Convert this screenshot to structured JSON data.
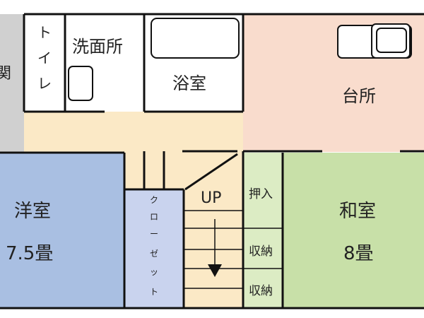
{
  "rooms": {
    "genkan": {
      "label": "関"
    },
    "toilet": {
      "chars": [
        "ト",
        "イ",
        "レ"
      ]
    },
    "washroom": {
      "label": "洗面所"
    },
    "bathroom": {
      "label": "浴室"
    },
    "kitchen": {
      "label": "台所"
    },
    "western_room": {
      "label": "洋室",
      "size": "7.5畳"
    },
    "closet": {
      "chars": [
        "ク",
        "ロ",
        "ー",
        "ゼ",
        "ッ",
        "ト"
      ]
    },
    "stairs": {
      "label": "UP"
    },
    "storage": {
      "top": "押入",
      "middle": "収納",
      "bottom": "収納"
    },
    "japanese_room": {
      "label": "和室",
      "size": "8畳"
    }
  },
  "colors": {
    "wall": "#111111",
    "genkan": "#d0d0d0",
    "hallway": "#fbe9c6",
    "kitchen": "#f9dccd",
    "western_room": "#a9bfe2",
    "closet": "#c9d3ee",
    "japanese_room": "#c8e0a8",
    "storage": "#dcecc4"
  }
}
